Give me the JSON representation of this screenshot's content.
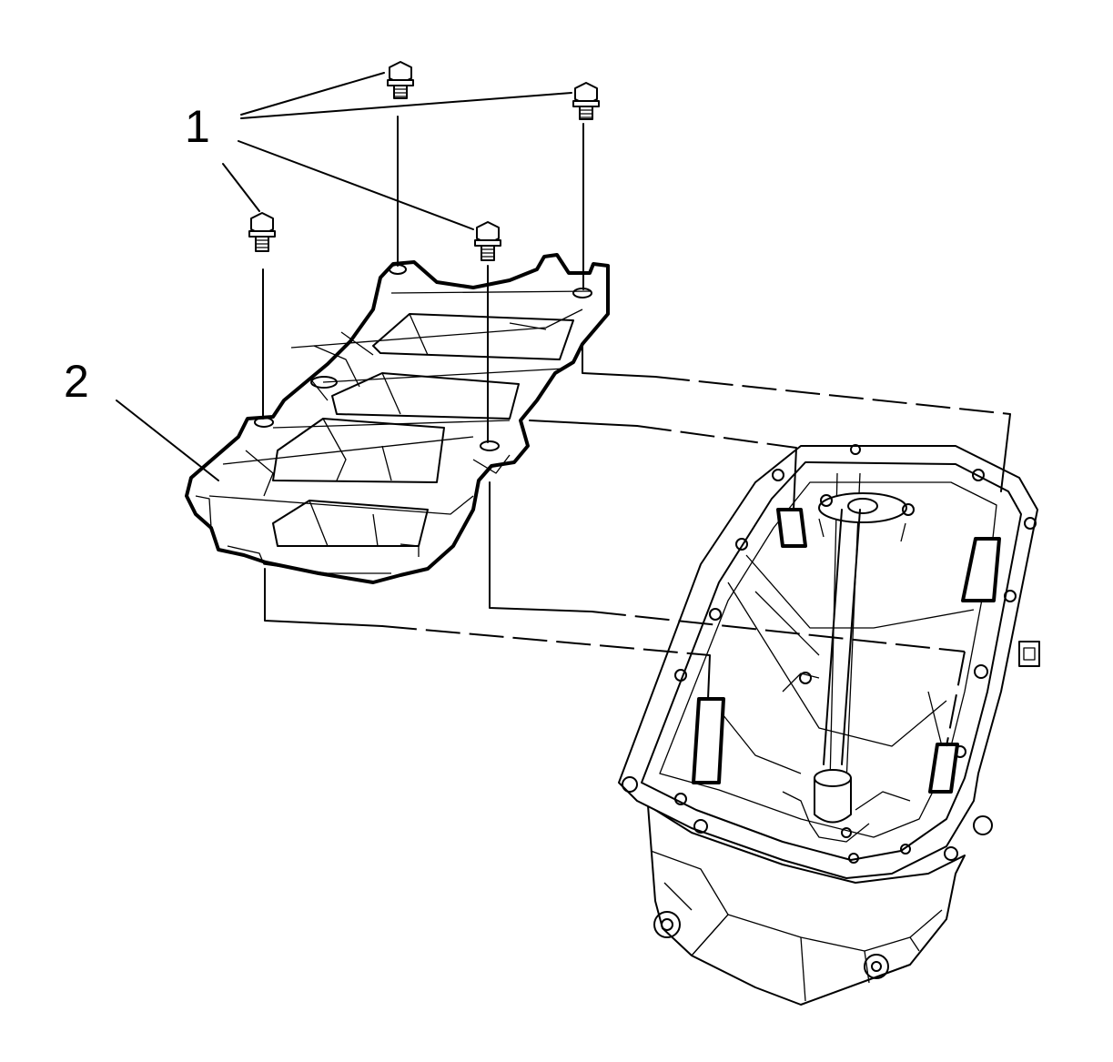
{
  "diagram": {
    "callouts": [
      {
        "id": "1",
        "label": "1"
      },
      {
        "id": "2",
        "label": "2"
      }
    ],
    "parts": [
      {
        "callout": "1",
        "count": 4
      },
      {
        "callout": "2",
        "count": 1
      },
      {
        "count": 1
      }
    ],
    "colors": {
      "line": "#000000",
      "background": "#ffffff"
    }
  }
}
